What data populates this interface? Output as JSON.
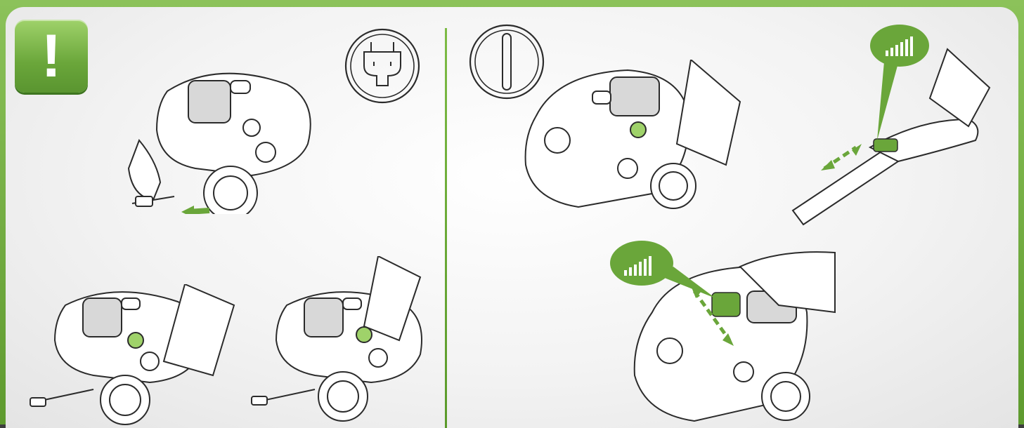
{
  "colors": {
    "accent_green": "#6aa63a",
    "light_green": "#9fd26a",
    "line": "#2b2b2b",
    "background": "#f3f3f3"
  },
  "warning": {
    "symbol": "!"
  },
  "icons": {
    "left_panel": "unplug-icon",
    "right_panel": "power-on-icon",
    "power_level": "signal-bars-icon"
  },
  "steps": {
    "unplug": "unplug-cord-step",
    "rewind_push": "press-cord-rewind-step",
    "rewind_pull": "cord-rewinding-step",
    "switch_on": "press-power-switch-step",
    "handle_power": "handle-power-slider-step",
    "body_power": "body-power-slider-step"
  },
  "power_levels": 6
}
